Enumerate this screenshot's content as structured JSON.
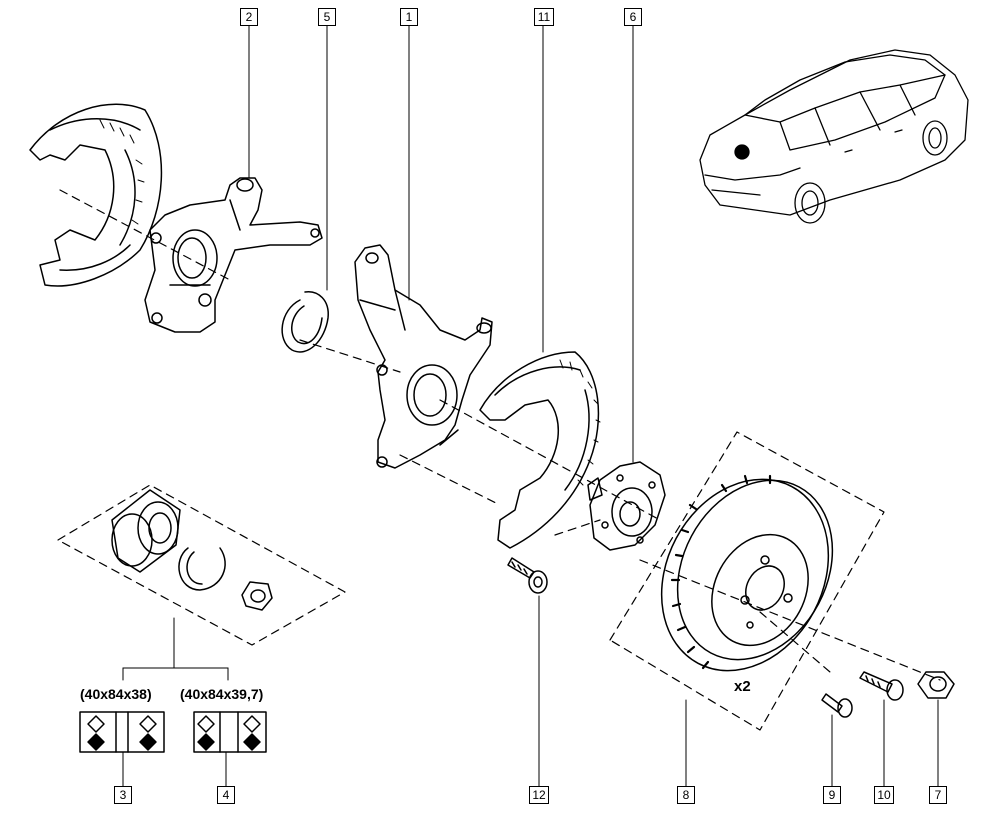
{
  "callouts": {
    "c1": "1",
    "c2": "2",
    "c3": "3",
    "c4": "4",
    "c5": "5",
    "c6": "6",
    "c7": "7",
    "c8": "8",
    "c9": "9",
    "c10": "10",
    "c11": "11",
    "c12": "12"
  },
  "bearing_sizes": {
    "left": "(40x84x38)",
    "right": "(40x84x39,7)"
  },
  "disc_quantity": "x2",
  "line_color": "#000000"
}
